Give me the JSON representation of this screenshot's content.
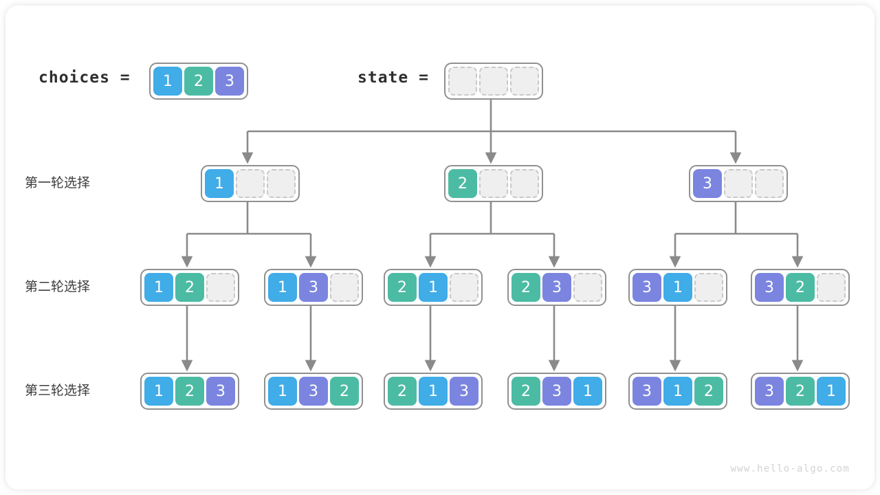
{
  "figure": {
    "watermark": "www.hello-algo.com",
    "colors": {
      "value_1": "#40ace8",
      "value_2": "#4cbba4",
      "value_3": "#7b85e0",
      "empty_cell": "#efefef",
      "box_border": "#909090",
      "connector": "#8a8a8a"
    }
  },
  "header": {
    "choices_label": "choices =",
    "state_label": "state =",
    "choices_values": [
      "1",
      "2",
      "3"
    ],
    "state_values": [
      "",
      "",
      ""
    ]
  },
  "rows": [
    {
      "label": "第一轮选择"
    },
    {
      "label": "第二轮选择"
    },
    {
      "label": "第三轮选择"
    }
  ],
  "level1": [
    {
      "cells": [
        "1",
        "",
        ""
      ]
    },
    {
      "cells": [
        "2",
        "",
        ""
      ]
    },
    {
      "cells": [
        "3",
        "",
        ""
      ]
    }
  ],
  "level2": [
    {
      "cells": [
        "1",
        "2",
        ""
      ]
    },
    {
      "cells": [
        "1",
        "3",
        ""
      ]
    },
    {
      "cells": [
        "2",
        "1",
        ""
      ]
    },
    {
      "cells": [
        "2",
        "3",
        ""
      ]
    },
    {
      "cells": [
        "3",
        "1",
        ""
      ]
    },
    {
      "cells": [
        "3",
        "2",
        ""
      ]
    }
  ],
  "level3": [
    {
      "cells": [
        "1",
        "2",
        "3"
      ]
    },
    {
      "cells": [
        "1",
        "3",
        "2"
      ]
    },
    {
      "cells": [
        "2",
        "1",
        "3"
      ]
    },
    {
      "cells": [
        "2",
        "3",
        "1"
      ]
    },
    {
      "cells": [
        "3",
        "1",
        "2"
      ]
    },
    {
      "cells": [
        "3",
        "2",
        "1"
      ]
    }
  ]
}
